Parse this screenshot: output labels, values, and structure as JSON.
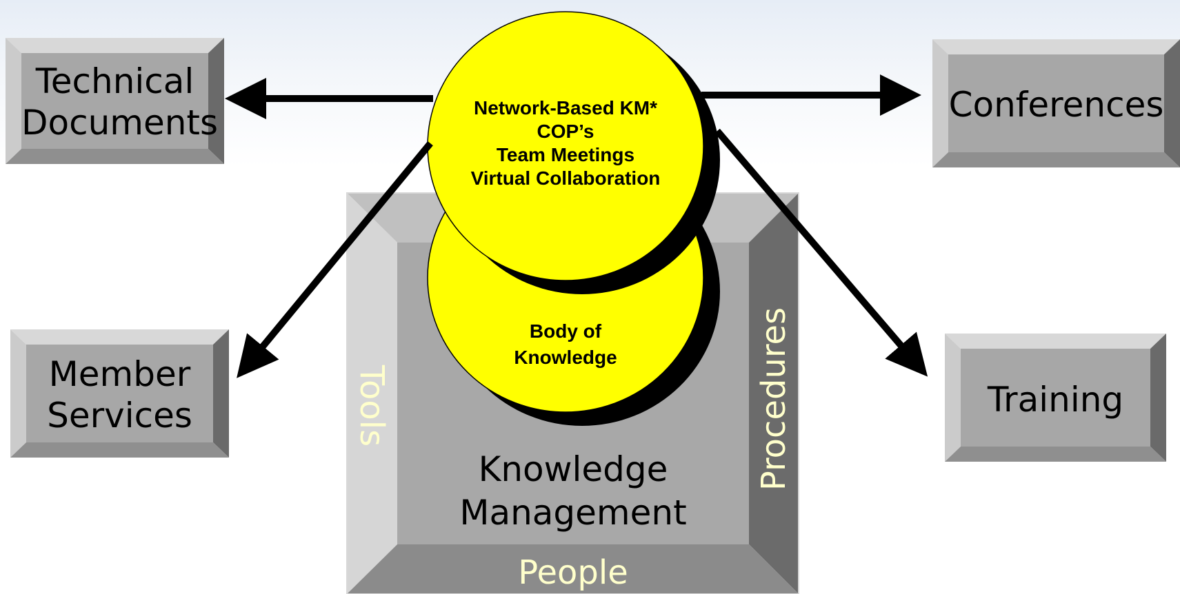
{
  "boxes": {
    "technical_documents": [
      "Technical",
      "Documents"
    ],
    "conferences": [
      "Conferences"
    ],
    "member_services": [
      "Member",
      "Services"
    ],
    "training": [
      "Training"
    ]
  },
  "bubbles": {
    "top": [
      "Network-Based KM*",
      "COP’s",
      "Team Meetings",
      "Virtual Collaboration"
    ],
    "bottom": [
      "Body of",
      "Knowledge"
    ]
  },
  "frame": {
    "center": [
      "Knowledge",
      "Management"
    ],
    "left": "Tools",
    "right": "Procedures",
    "bottom": "People"
  },
  "colors": {
    "bubble_fill": "#ffff00",
    "bubble_shadow": "#000000",
    "bevel_light": "#d4d4d4",
    "bevel_face": "#a7a7a7",
    "bevel_dark": "#6a6a6a",
    "frame_label": "#ffffcc"
  }
}
